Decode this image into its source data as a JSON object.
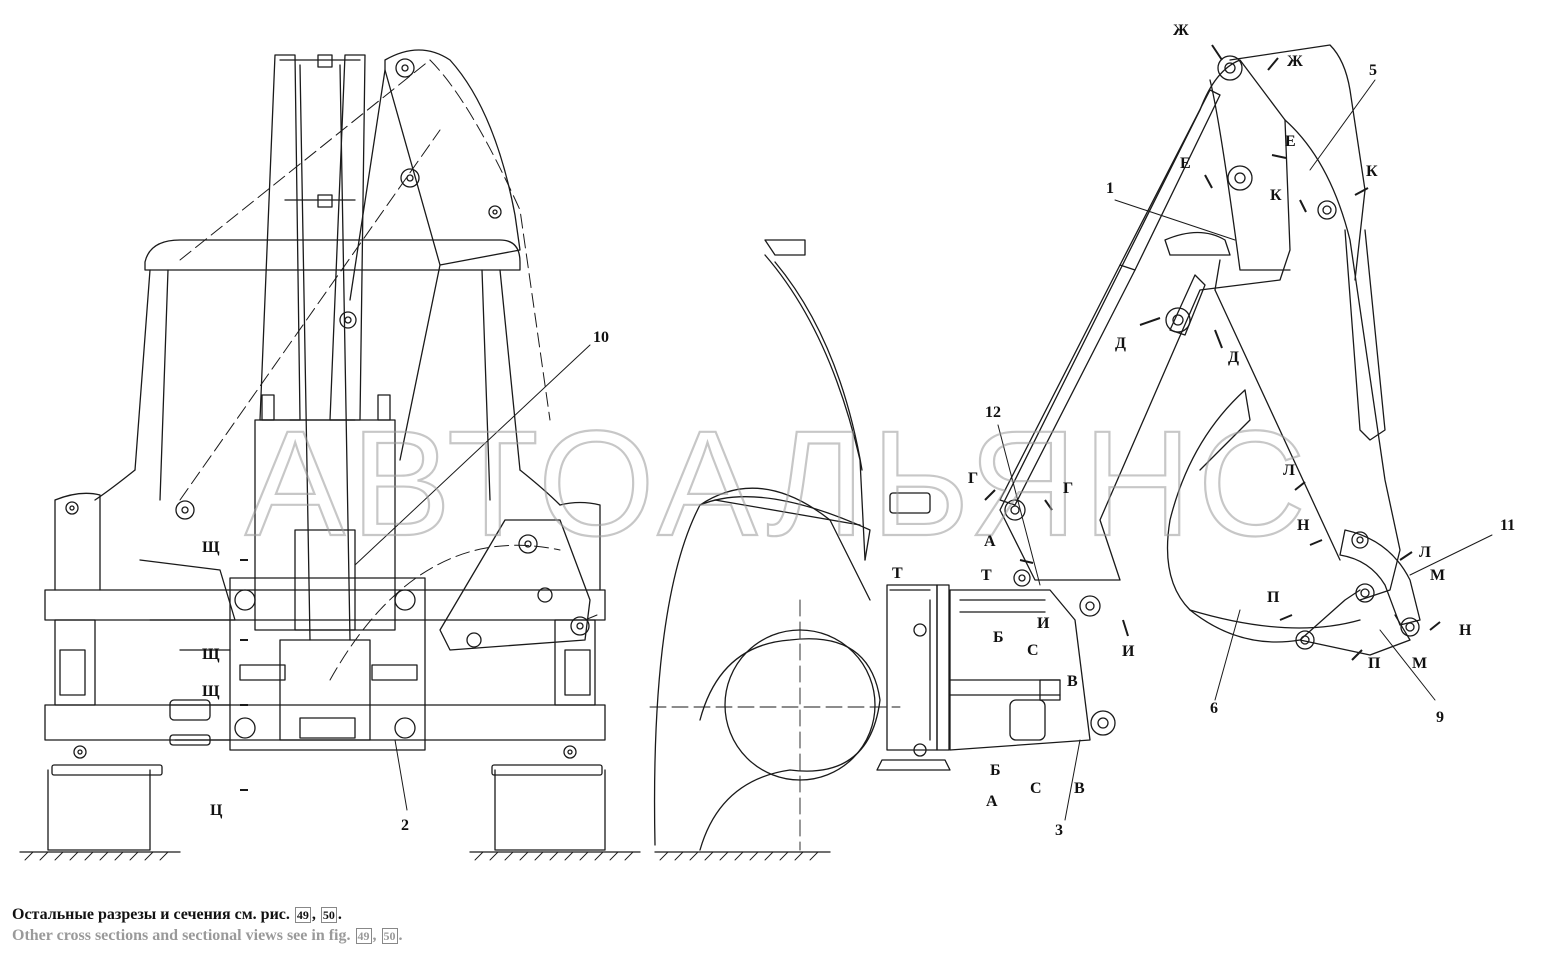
{
  "watermark": "АВТОАЛЬЯНС",
  "callouts": [
    "1",
    "2",
    "3",
    "5",
    "6",
    "9",
    "10",
    "11",
    "12"
  ],
  "section_marks": [
    "Ж",
    "Е",
    "К",
    "Д",
    "Г",
    "А",
    "Т",
    "Б",
    "С",
    "В",
    "И",
    "Л",
    "Н",
    "М",
    "П",
    "Щ",
    "Ц"
  ],
  "note_ru": {
    "text": "Остальные разрезы и сечения см. рис.",
    "ref1": "49",
    "sep": ",",
    "ref2": "50",
    "end": "."
  },
  "note_en": {
    "text": "Other cross sections and sectional views see in fig.",
    "ref1": "49",
    "sep": ",",
    "ref2": "50",
    "end": "."
  }
}
